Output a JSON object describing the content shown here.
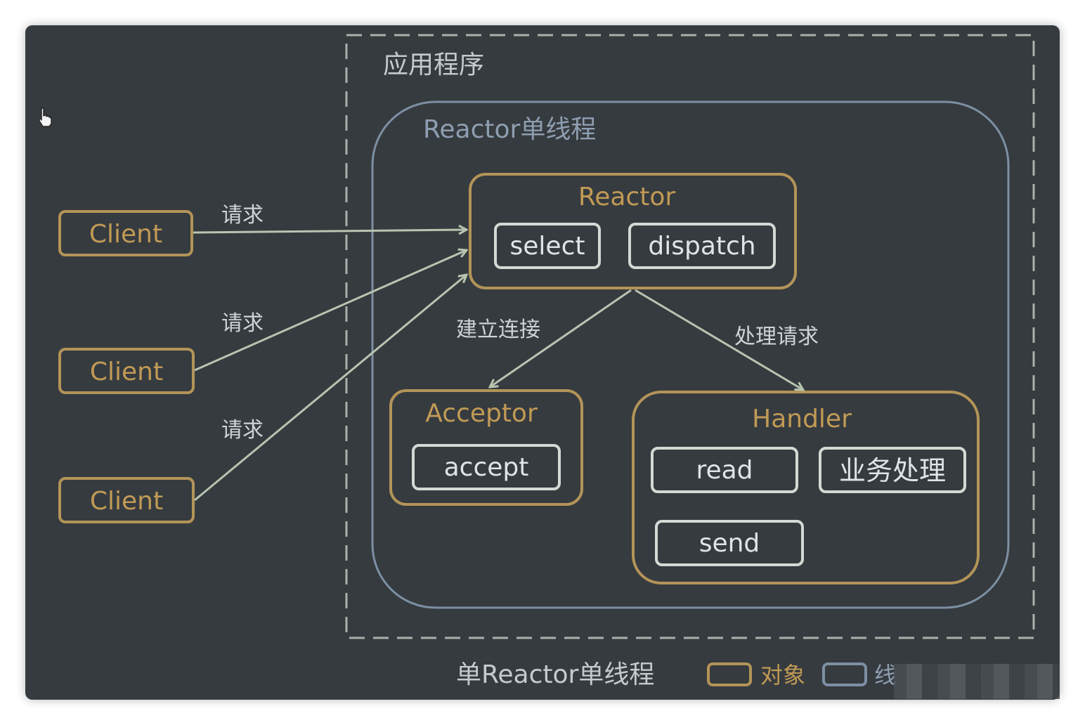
{
  "diagram": {
    "app_label": "应用程序",
    "reactor_thread_label": "Reactor单线程",
    "reactor": {
      "title": "Reactor",
      "ops": [
        "select",
        "dispatch"
      ]
    },
    "acceptor": {
      "title": "Acceptor",
      "op": "accept"
    },
    "handler": {
      "title": "Handler",
      "ops": [
        "read",
        "业务处理",
        "send"
      ]
    },
    "clients": [
      "Client",
      "Client",
      "Client"
    ],
    "request_label": "请求",
    "edge_labels": {
      "connect": "建立连接",
      "handle": "处理请求"
    },
    "footer": {
      "title": "单Reactor单线程",
      "legend_object": "对象",
      "legend_thread": "线"
    }
  },
  "colors": {
    "background": "#363b3f",
    "object_border": "#b39458",
    "thread_border": "#7d8fa3",
    "op_border": "#d5d9d4",
    "arrow": "#b8c4b0"
  }
}
